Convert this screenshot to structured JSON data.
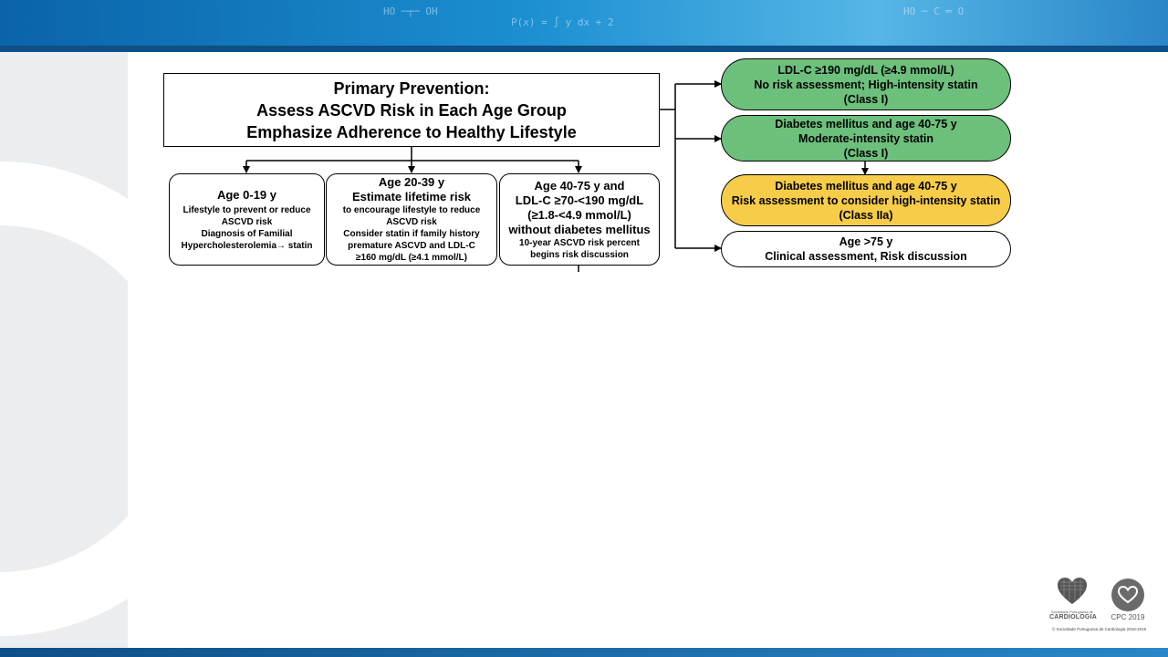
{
  "header": {
    "line1": "Primary Prevention:",
    "line2": "Assess ASCVD Risk in Each Age Group",
    "line3": "Emphasize Adherence to Healthy Lifestyle"
  },
  "age_groups": [
    {
      "title": "Age 0-19 y",
      "lines": [
        "Lifestyle to prevent or reduce",
        "ASCVD risk",
        "Diagnosis of Familial",
        "Hypercholesterolemia→ statin"
      ]
    },
    {
      "title": "Age 20-39 y",
      "subtitle": "Estimate lifetime risk",
      "lines": [
        "to encourage lifestyle to reduce",
        "ASCVD risk",
        "Consider statin if family history",
        "premature ASCVD and LDL-C",
        "≥160 mg/dL (≥4.1 mmol/L)"
      ]
    },
    {
      "title_lines": [
        "Age 40-75 y and",
        "LDL-C ≥70-<190 mg/dL",
        "(≥1.8-<4.9 mmol/L)",
        "without diabetes mellitus"
      ],
      "lines": [
        "10-year ASCVD risk percent",
        "begins risk discussion"
      ]
    }
  ],
  "right_boxes": [
    {
      "lines": [
        "LDL-C ≥190 mg/dL (≥4.9 mmol/L)",
        "No risk assessment; High-intensity statin",
        "(Class I)"
      ],
      "color": "#6cc07c"
    },
    {
      "lines": [
        "Diabetes mellitus and age 40-75 y",
        "Moderate-intensity statin",
        "(Class I)"
      ],
      "color": "#6cc07c"
    },
    {
      "lines": [
        "Diabetes mellitus and age 40-75 y",
        "Risk assessment to consider high-intensity statin",
        "(Class IIa)"
      ],
      "color": "#f6cc49"
    },
    {
      "lines": [
        "Age >75 y",
        "Clinical assessment, Risk discussion"
      ],
      "color": "#ffffff"
    }
  ],
  "logos": {
    "spc_small": "Sociedade Portuguesa de",
    "spc_name": "CARDIOLOGIA",
    "cpc_label": "CPC 2019",
    "copyright": "© Sociedade Portuguesa de Cardiologia 2018-2019"
  },
  "banner_text": {
    "chem1": "HO ─┬─ OH",
    "chem2": "P(x) = ∫ y dx + 2",
    "chem3": "HO ─ C ═ O"
  }
}
